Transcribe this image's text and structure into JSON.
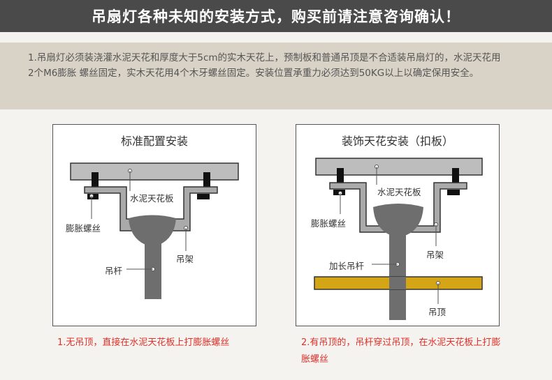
{
  "header": {
    "title": "吊扇灯各种未知的安装方式，购买前请注意咨询确认！"
  },
  "notice": {
    "text": "1.吊扇灯必须装浇灌水泥天花和厚度大于5cm的实木天花上，预制板和普通吊顶是不合适装吊扇灯的，水泥天花用2个M6膨胀 螺丝固定，实木天花用4个木牙螺丝固定。安装位置承重力必须达到50KG以上以确定保用安全。"
  },
  "panels": [
    {
      "title": "标准配置安装",
      "labels": {
        "ceiling": "水泥天花板",
        "screw": "膨胀螺丝",
        "rod": "吊杆",
        "bracket": "吊架"
      },
      "caption": "1.无吊顶，直接在水泥天花板上打膨胀螺丝"
    },
    {
      "title": "装饰天花安装（扣板）",
      "labels": {
        "ceiling": "水泥天花板",
        "screw": "膨胀螺丝",
        "rod": "加长吊杆",
        "bracket": "吊架",
        "false_ceiling": "吊顶"
      },
      "caption": "2.有吊顶的，吊杆穿过吊顶，在水泥天花板上打膨胀螺丝"
    }
  ],
  "colors": {
    "header_bg": "#4a4a4a",
    "note_bg": "#d9d2c6",
    "ceiling": "#bdbdbd",
    "part": "#6e6e6e",
    "false_ceiling": "#d4a514",
    "caption": "#e0302a"
  }
}
